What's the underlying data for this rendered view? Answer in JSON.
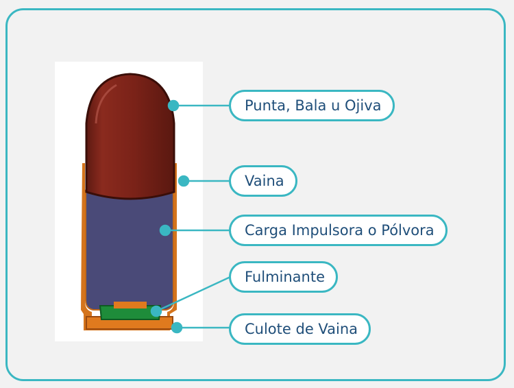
{
  "diagram": {
    "accent_color": "#3ab7c2",
    "text_color": "#1f4e79",
    "parts": [
      {
        "id": "bullet",
        "label": "Punta, Bala u Ojiva",
        "color": "#7a2218"
      },
      {
        "id": "case",
        "label": "Vaina",
        "color": "#d4741c"
      },
      {
        "id": "powder",
        "label": "Carga Impulsora o Pólvora",
        "color": "#4a4a78"
      },
      {
        "id": "primer",
        "label": "Fulminante",
        "color": "#1e8c3a"
      },
      {
        "id": "case-head",
        "label": "Culote de Vaina",
        "color": "#d4741c"
      }
    ]
  }
}
